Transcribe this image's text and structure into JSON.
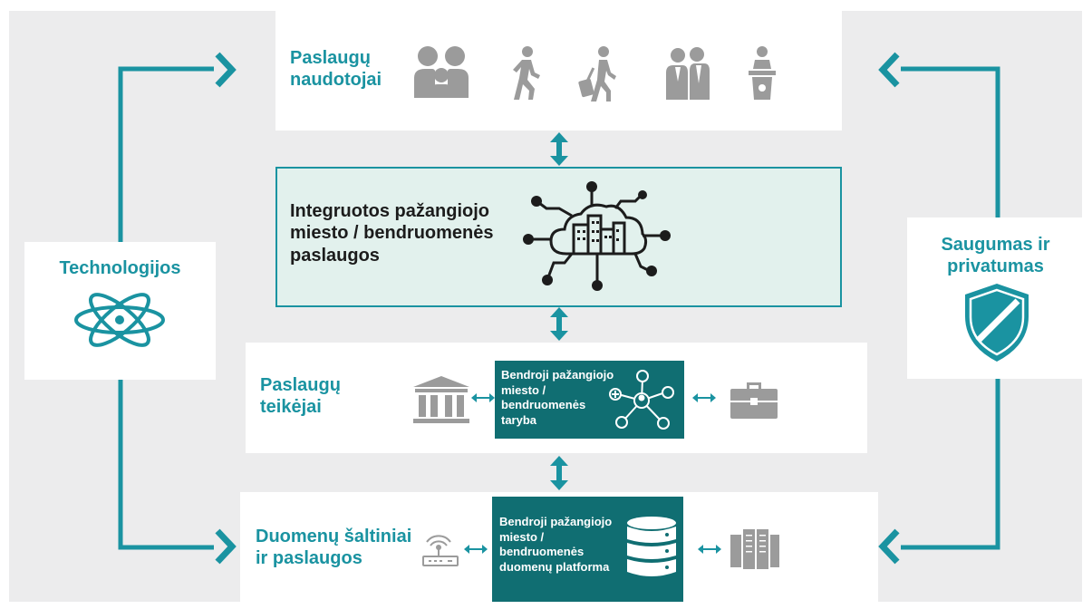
{
  "users": {
    "label": "Paslaugų\nnaudotojai"
  },
  "services": {
    "label": "Integruotos pažangiojo\nmiesto / bendruomenės\npaslaugos"
  },
  "providers": {
    "label": "Paslaugų\nteikėjai",
    "council": "Bendroji pažangiojo\nmiesto /\nbendruomenės\ntaryba"
  },
  "data_sources": {
    "label": "Duomenų šaltiniai\nir paslaugos",
    "platform": "Bendroji pažangiojo\nmiesto /\nbendruomenės\nduomenų platforma"
  },
  "technologies": {
    "label": "Technologijos"
  },
  "security": {
    "label": "Saugumas ir\nprivatumas"
  },
  "colors": {
    "accent": "#1a93a1",
    "dark_teal": "#106e72",
    "mint": "#e2f1ed",
    "icon_gray": "#9b9b9b"
  },
  "icons": [
    "family-icon",
    "walking-person-icon",
    "traveler-icon",
    "business-people-icon",
    "speaker-podium-icon",
    "smart-city-cloud-icon",
    "government-building-icon",
    "network-hub-icon",
    "briefcase-icon",
    "router-icon",
    "database-icon",
    "server-rack-icon",
    "atom-icon",
    "shield-icon"
  ]
}
